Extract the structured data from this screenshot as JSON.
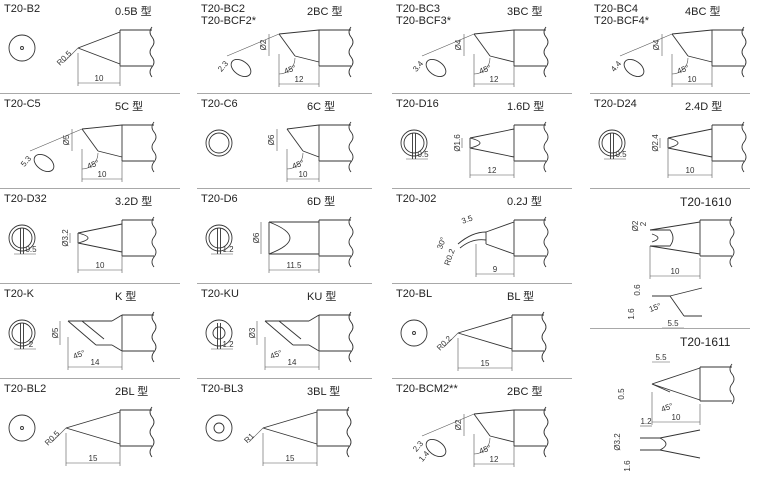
{
  "cells": [
    {
      "model": "T20-B2",
      "type": "0.5B 型",
      "front": "dot",
      "tip": "conical",
      "dims": {
        "radius": "R0.5",
        "length": "10"
      }
    },
    {
      "model": "T20-BC2",
      "model2": "T20-BCF2*",
      "type": "2BC 型",
      "front": "none",
      "tip": "bevel",
      "dims": {
        "dia": "Ø2",
        "oval": "2.3",
        "angle": "45°",
        "length": "12"
      }
    },
    {
      "model": "T20-BC3",
      "model2": "T20-BCF3*",
      "type": "3BC 型",
      "front": "none",
      "tip": "bevel",
      "dims": {
        "dia": "Ø4",
        "oval": "3.4",
        "angle": "45°",
        "length": "12"
      }
    },
    {
      "model": "T20-BC4",
      "model2": "T20-BCF4*",
      "type": "4BC 型",
      "front": "none",
      "tip": "bevel",
      "dims": {
        "dia": "Ø4",
        "oval": "4.4",
        "angle": "45°",
        "length": "10"
      }
    },
    {
      "model": "T20-C5",
      "type": "5C 型",
      "front": "none",
      "tip": "bevel",
      "dims": {
        "dia": "Ø5",
        "oval": "5.3",
        "angle": "45°",
        "length": "10"
      }
    },
    {
      "model": "T20-C6",
      "type": "6C 型",
      "front": "ring",
      "tip": "bevel",
      "dims": {
        "dia": "Ø6",
        "angle": "45°",
        "length": "10"
      }
    },
    {
      "model": "T20-D16",
      "type": "1.6D 型",
      "front": "slot",
      "tip": "chisel",
      "dims": {
        "dia": "Ø1.6",
        "width": "0.5",
        "length": "12"
      }
    },
    {
      "model": "T20-D24",
      "type": "2.4D 型",
      "front": "slot",
      "tip": "chisel",
      "dims": {
        "dia": "Ø2.4",
        "width": "0.5",
        "length": "10"
      }
    },
    {
      "model": "T20-D32",
      "type": "3.2D 型",
      "front": "slot",
      "tip": "chisel",
      "dims": {
        "dia": "Ø3.2",
        "width": "0.5",
        "length": "10"
      }
    },
    {
      "model": "T20-D6",
      "type": "6D 型",
      "front": "slot",
      "tip": "chisel",
      "dims": {
        "dia": "Ø6",
        "width": "1.2",
        "length": "11.5"
      }
    },
    {
      "model": "T20-J02",
      "type": "0.2J 型",
      "front": "none",
      "tip": "bent",
      "dims": {
        "bend": "3.5",
        "angle": "30°",
        "radius": "R0.2",
        "length": "9"
      }
    },
    {
      "model": "T20-1610",
      "type": "",
      "front": "none",
      "tip": "split",
      "dims": {
        "dia": "Ø2",
        "gap": "2",
        "length": "10",
        "side_dia": "0.6",
        "side_width": "1.6",
        "angle": "15°",
        "side_length": "5.5"
      }
    },
    {
      "model": "T20-K",
      "type": "K 型",
      "front": "slot",
      "tip": "knife",
      "dims": {
        "dia": "Ø5",
        "width": "2",
        "angle": "45°",
        "length": "14"
      }
    },
    {
      "model": "T20-KU",
      "type": "KU 型",
      "front": "slot",
      "tip": "knife",
      "dims": {
        "dia": "Ø3",
        "width": "1.2",
        "angle": "45°",
        "length": "14"
      }
    },
    {
      "model": "T20-BL",
      "type": "BL 型",
      "front": "dot",
      "tip": "conical",
      "dims": {
        "radius": "R0.2",
        "length": "15"
      }
    },
    {
      "model": "T20-BL2",
      "type": "2BL 型",
      "front": "dot",
      "tip": "conical",
      "dims": {
        "radius": "R0.5",
        "length": "15"
      }
    },
    {
      "model": "T20-BL3",
      "type": "3BL 型",
      "front": "ring",
      "tip": "conical",
      "dims": {
        "radius": "R1",
        "length": "15"
      }
    },
    {
      "model": "T20-BCM2**",
      "type": "2BC 型",
      "front": "none",
      "tip": "bevel",
      "dims": {
        "dia": "Ø2",
        "oval": "2.3",
        "oval2": "1.4",
        "angle": "45°",
        "length": "12"
      }
    },
    {
      "model": "T20-1611",
      "type": "",
      "front": "none",
      "tip": "split2",
      "dims": {
        "top_length": "5.5",
        "gap": "0.5",
        "angle": "45°",
        "length": "10",
        "side_dia": "Ø3.2",
        "side_width": "1.2",
        "side_gap": "1.6"
      }
    }
  ]
}
